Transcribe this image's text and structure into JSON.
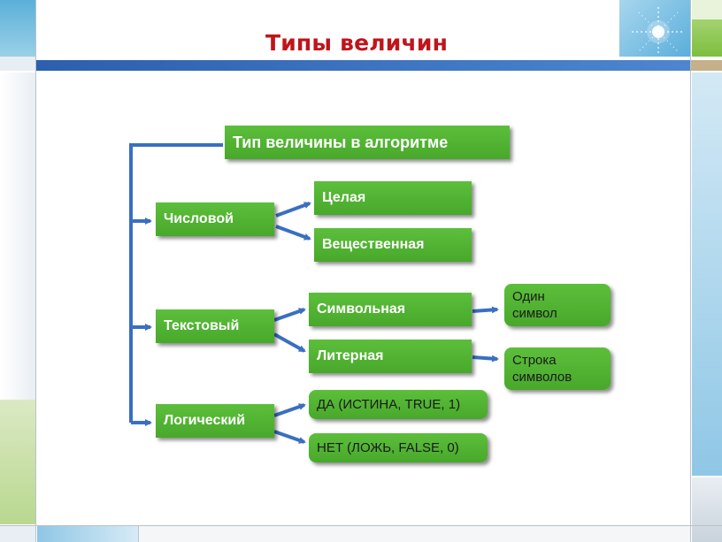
{
  "title": "Типы величин",
  "root": "Тип величины в алгоритме",
  "categories": {
    "numeric": "Числовой",
    "text": "Текстовый",
    "logical": "Логический"
  },
  "numeric_types": {
    "integer": "Целая",
    "real": "Вещественная"
  },
  "text_types": {
    "char": "Символьная",
    "string": "Литерная"
  },
  "text_notes": {
    "char_line1": "Один",
    "char_line2": "символ",
    "string_line1": "Строка",
    "string_line2": "символов"
  },
  "logical_values": {
    "true": "ДА (ИСТИНА, TRUE, 1)",
    "false": "НЕТ (ЛОЖЬ, FALSE, 0)"
  },
  "colors": {
    "box_green": "#52b534",
    "arrow_blue": "#3a6fc1",
    "title_red": "#c0141b",
    "band_blue": "#2f63b3",
    "band_tan": "#c6b08a"
  }
}
